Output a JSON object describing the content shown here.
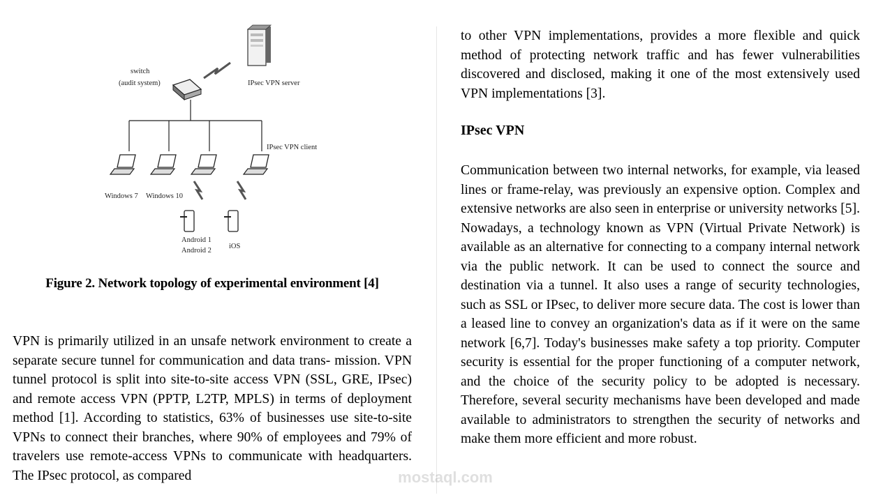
{
  "figure": {
    "labels": {
      "switch": "switch",
      "audit": "(audit system)",
      "server": "IPsec VPN server",
      "client": "IPsec VPN client",
      "win7": "Windows 7",
      "win10": "Windows 10",
      "android1": "Android 1",
      "android2": "Android 2",
      "ios": "iOS"
    },
    "caption": "Figure 2. Network topology of experimental environment [4]"
  },
  "left_column": {
    "paragraph": "VPN is primarily utilized in an unsafe network environment to create a separate secure tunnel for communication and data trans- mission. VPN tunnel protocol is split into site-to-site access VPN (SSL, GRE, IPsec) and remote access VPN (PPTP, L2TP, MPLS) in terms of deployment method [1]. According to statistics, 63% of businesses use site-to-site VPNs to connect their branches, where 90% of employees and 79% of travelers use remote-access VPNs to communicate with headquarters. The IPsec protocol, as compared"
  },
  "right_column": {
    "paragraph1": "to other VPN implementations, provides a more flexible and quick method of protecting network traffic and has fewer vulnerabilities discovered and disclosed, making it one of the most extensively used VPN implementations [3].",
    "heading": "IPsec VPN",
    "paragraph2": "Communication between two internal networks, for example, via leased lines or frame-relay, was previously an expensive option. Complex and extensive networks are also seen in enterprise or university networks [5]. Nowadays, a technology known as VPN (Virtual Private Network) is available as an alternative for connecting to a company internal network via the public network. It can be used to connect the source and destination via a tunnel. It also uses a range of security technologies, such as SSL or IPsec, to deliver more secure data. The cost is lower than a leased line to convey an organization's data as if it were on the same network [6,7]. Today's businesses make safety a top priority. Computer security is essential for the proper functioning of a computer network, and the choice of the security policy to be adopted is  necessary. Therefore, several security mechanisms have been developed and made available to administrators to strengthen the security of networks and make them more efficient and more robust."
  },
  "watermark": {
    "text": "mostaql.com"
  }
}
